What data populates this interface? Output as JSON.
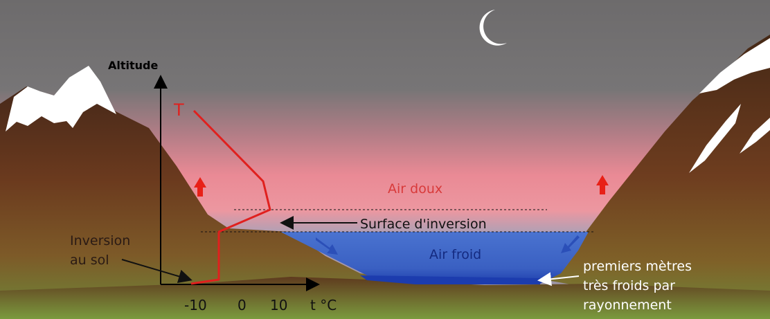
{
  "axes": {
    "y_label": "Altitude",
    "x_label": "t °C",
    "x_ticks": [
      "-10",
      "0",
      "10"
    ]
  },
  "profile": {
    "label": "T"
  },
  "labels": {
    "air_doux": "Air doux",
    "air_froid": "Air froid",
    "surface_inversion": "Surface d'inversion",
    "inversion_sol_line1": "Inversion",
    "inversion_sol_line2": "au sol",
    "premiers_line1": "premiers mètres",
    "premiers_line2": "très froids par",
    "premiers_line3": "rayonnement"
  },
  "colors": {
    "sky_top": "#6a6869",
    "warm_band": "#e88a94",
    "cold_air": "#3e66c8",
    "cold_floor": "#1d3fb0",
    "profile_line": "#e0201e",
    "warm_arrow": "#e82017",
    "cold_arrow": "#2b4fb8",
    "mountain_dark": "#4a2a1a",
    "ground_green": "#6f8a3a",
    "snow": "#ffffff"
  }
}
